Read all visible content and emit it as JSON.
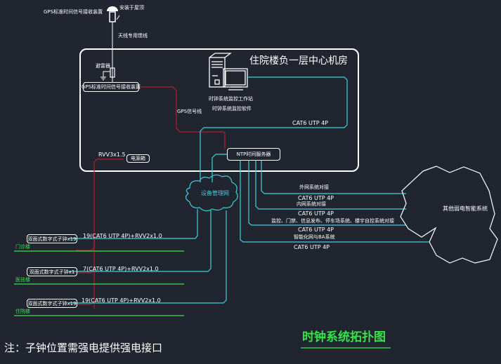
{
  "title": "时钟系统拓扑图",
  "note": "注：子钟位置需强电提供强电接口",
  "colors": {
    "background": "#212530",
    "cyan_cable": "#3fd0dc",
    "red_cable": "#b0222a",
    "green_floor": "#35e24a",
    "white": "#ffffff"
  },
  "antenna": {
    "label_device": "GPS标准时间信号接收装置",
    "label_mount": "安装于屋顶",
    "label_cable": "天线专用馈线"
  },
  "machine_room": {
    "title": "住院楼负一层中心机房",
    "lightning_arrester": "避雷器",
    "gps_receiver": "GPS标准时间信号接收装置",
    "gps_cable": "GPS信号线",
    "workstation_line1": "时钟系统监控工作站",
    "workstation_line2": "时钟系统监控软件",
    "workstation_cable": "CAT6 UTP 4P",
    "ntp_server": "NTP时间服务器",
    "power_cable": "RVV3x1.5",
    "power_box": "电源箱"
  },
  "network": {
    "device_mgmt": "设备管理网"
  },
  "external": {
    "cloud_label": "其他弱电智能系统",
    "links": [
      {
        "label": "外网系统对接",
        "cable": "CAT6 UTP 4P"
      },
      {
        "label": "内网系统对接",
        "cable": "CAT6 UTP 4P"
      },
      {
        "label": "监控、门禁、信息发布、停车场系统、楼宇自控系统对接",
        "cable": "CAT6 UTP 4P"
      },
      {
        "label": "智能化网与BA系统",
        "cable": "CAT6 UTP 4P"
      }
    ]
  },
  "floors": [
    {
      "clock": "双面式数字式子钟x19",
      "cable": "19(CAT6 UTP 4P)+RVV2x1.0",
      "floor": "门诊楼"
    },
    {
      "clock": "双面式数字式子钟x1",
      "cable": "7(CAT6 UTP 4P)+RVV2x1.0",
      "floor": "医技楼"
    },
    {
      "clock": "双面式数字式子钟x19",
      "cable": "19(CAT6 UTP 4P)+RVV2x1.0",
      "floor": "住院楼"
    }
  ]
}
